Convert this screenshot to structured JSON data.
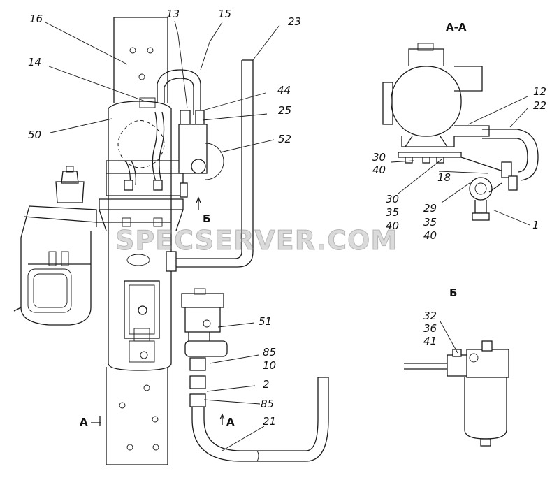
{
  "section_titles": {
    "aa": "А-А",
    "b": "Б"
  },
  "view_marks": {
    "b_arrow": "Б",
    "a_left": "А",
    "a_right": "А"
  },
  "callouts": {
    "c16": "16",
    "c13": "13",
    "c15": "15",
    "c23": "23",
    "c14": "14",
    "c44": "44",
    "c25": "25",
    "c50": "50",
    "c52": "52",
    "c51": "51",
    "c85a": "85",
    "c10": "10",
    "c2": "2",
    "c85b": "85",
    "c21": "21",
    "c12": "12",
    "c22": "22",
    "c30a": "30",
    "c40a": "40",
    "c18": "18",
    "c30b": "30",
    "c35a": "35",
    "c40b": "40",
    "c29": "29",
    "c35b": "35",
    "c40c": "40",
    "c1": "1",
    "c32": "32",
    "c36": "36",
    "c41": "41"
  },
  "watermark": "SPECSERVER.COM"
}
